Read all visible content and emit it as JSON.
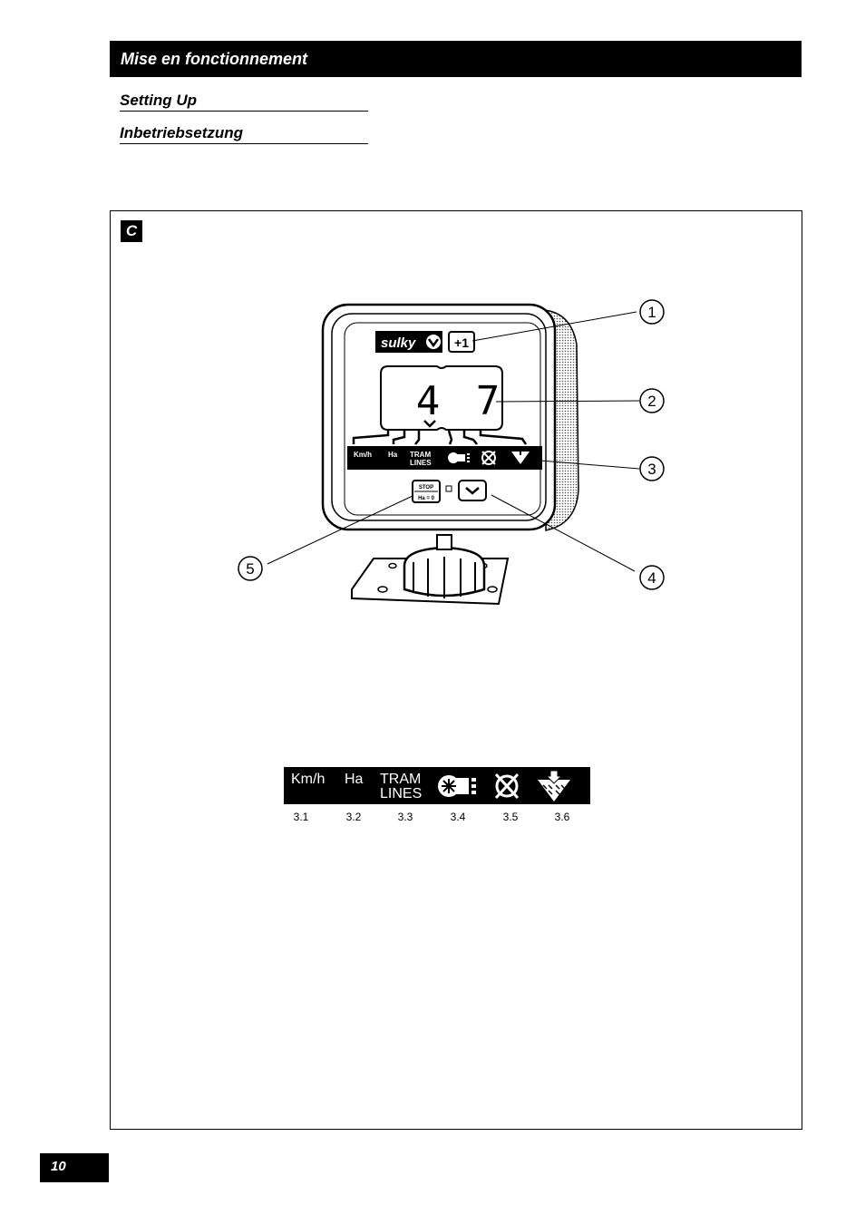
{
  "header": {
    "title": "Mise en fonctionnement"
  },
  "subtitles": {
    "english": "Setting Up",
    "german": "Inbetriebsetzung"
  },
  "figure": {
    "label": "C",
    "device": {
      "brand": "sulky",
      "plus_button": "+1",
      "display_left_digit": "4",
      "display_right_digit": "7",
      "band_labels": {
        "kmh": "Km/h",
        "ha": "Ha",
        "tram1": "TRAM",
        "tram2": "LINES"
      },
      "stop_button": {
        "top": "STOP",
        "bottom": "Ha = 0"
      }
    },
    "callouts": [
      "1",
      "2",
      "3",
      "4",
      "5"
    ],
    "legend": {
      "labels": {
        "kmh": "Km/h",
        "ha": "Ha",
        "tram1": "TRAM",
        "tram2": "LINES"
      },
      "sublabels": [
        "3.1",
        "3.2",
        "3.3",
        "3.4",
        "3.5",
        "3.6"
      ]
    }
  },
  "page_number": "10"
}
